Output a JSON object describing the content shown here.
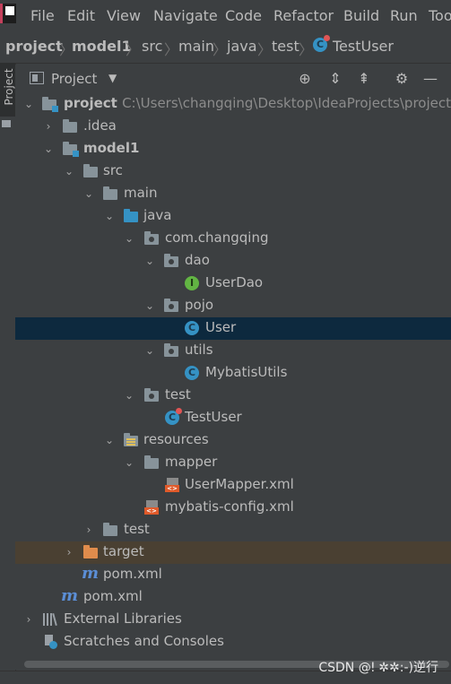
{
  "menubar": {
    "items": [
      "File",
      "Edit",
      "View",
      "Navigate",
      "Code",
      "Refactor",
      "Build",
      "Run",
      "Too"
    ]
  },
  "breadcrumb": {
    "items": [
      "project",
      "model1",
      "src",
      "main",
      "java",
      "test",
      "TestUser"
    ]
  },
  "sidebar": {
    "tab_label": "Project"
  },
  "toolwindow": {
    "title": "Project",
    "dropdown_icon": "chevron-down-icon",
    "actions": [
      "locate-icon",
      "expand-all-icon",
      "collapse-all-icon",
      "gear-icon",
      "minimize-icon"
    ]
  },
  "tree": {
    "rows": [
      {
        "label": "project",
        "path": "C:\\Users\\changqing\\Desktop\\IdeaProjects\\project",
        "icon": "module-folder-icon",
        "expanded": true
      },
      {
        "label": ".idea",
        "icon": "folder-icon",
        "expanded": false
      },
      {
        "label": "model1",
        "icon": "module-folder-icon",
        "expanded": true
      },
      {
        "label": "src",
        "icon": "folder-icon",
        "expanded": true
      },
      {
        "label": "main",
        "icon": "folder-icon",
        "expanded": true
      },
      {
        "label": "java",
        "icon": "source-folder-icon",
        "expanded": true
      },
      {
        "label": "com.changqing",
        "icon": "package-icon",
        "expanded": true
      },
      {
        "label": "dao",
        "icon": "package-icon",
        "expanded": true
      },
      {
        "label": "UserDao",
        "icon": "interface-icon"
      },
      {
        "label": "pojo",
        "icon": "package-icon",
        "expanded": true
      },
      {
        "label": "User",
        "icon": "class-icon",
        "selected": true
      },
      {
        "label": "utils",
        "icon": "package-icon",
        "expanded": true
      },
      {
        "label": "MybatisUtils",
        "icon": "class-icon"
      },
      {
        "label": "test",
        "icon": "package-icon",
        "expanded": true
      },
      {
        "label": "TestUser",
        "icon": "test-class-icon"
      },
      {
        "label": "resources",
        "icon": "resources-folder-icon",
        "expanded": true
      },
      {
        "label": "mapper",
        "icon": "folder-icon",
        "expanded": true
      },
      {
        "label": "UserMapper.xml",
        "icon": "xml-file-icon"
      },
      {
        "label": "mybatis-config.xml",
        "icon": "xml-file-icon"
      },
      {
        "label": "test",
        "icon": "folder-icon",
        "expanded": false
      },
      {
        "label": "target",
        "icon": "excluded-folder-icon",
        "expanded": false
      },
      {
        "label": "pom.xml",
        "icon": "maven-icon"
      },
      {
        "label": "pom.xml",
        "icon": "maven-icon"
      },
      {
        "label": "External Libraries",
        "icon": "libraries-icon",
        "expanded": false
      },
      {
        "label": "Scratches and Consoles",
        "icon": "scratches-icon"
      }
    ]
  },
  "watermark": "CSDN @ǃ ✲✲:-)逆行",
  "colors": {
    "background": "#3c3f41",
    "selected_row": "#0d293e",
    "excluded_row": "#4a4032",
    "class_icon": "#3592c4",
    "interface_icon": "#62b543",
    "excluded_folder": "#e08c4c"
  }
}
